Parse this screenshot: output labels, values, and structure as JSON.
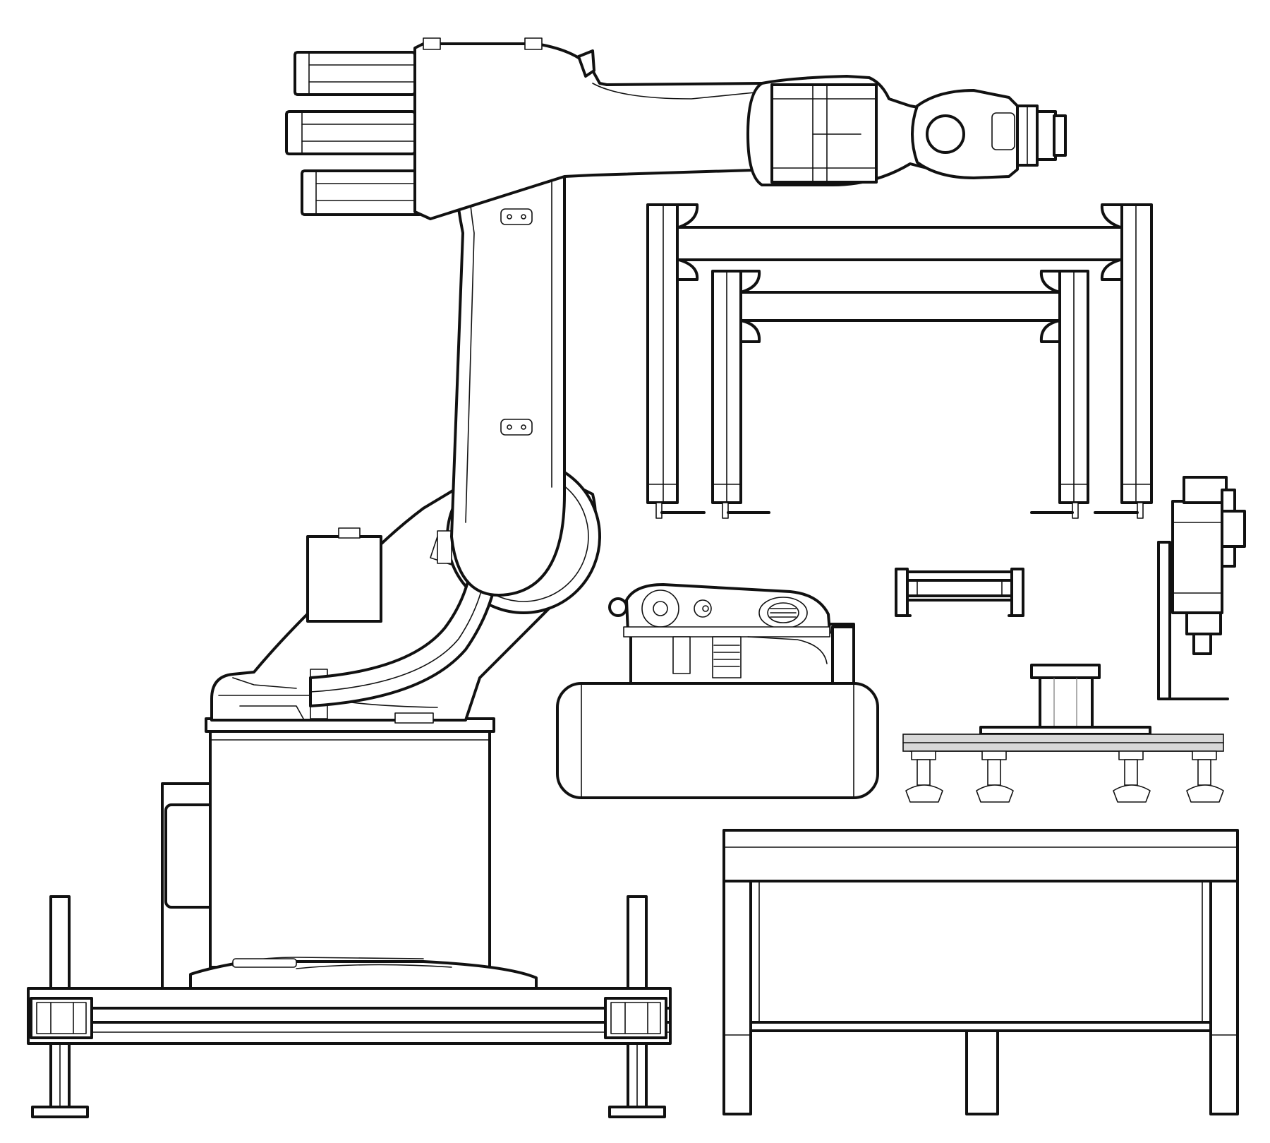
{
  "drawing": {
    "kind": "line-art",
    "components": [
      "industrial-robot-arm",
      "robot-base-pedestal",
      "floor-frame-with-leveling-feet",
      "large-gantry-frame",
      "small-gantry-frame",
      "conveyor-motor-unit",
      "roller-bracket",
      "vertical-spindle-unit",
      "vacuum-suction-gripper",
      "work-table"
    ],
    "colors": {
      "stroke": "#111111",
      "background": "#ffffff",
      "fill_light": "#d8d8d8"
    }
  }
}
